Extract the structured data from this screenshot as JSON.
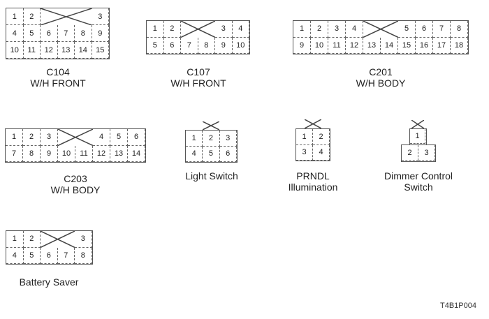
{
  "connectors": {
    "c104": {
      "name": "C104",
      "subtitle": "W/H FRONT",
      "pins": [
        "1",
        "2",
        "3",
        "4",
        "5",
        "6",
        "7",
        "8",
        "9",
        "10",
        "11",
        "12",
        "13",
        "14",
        "15"
      ]
    },
    "c107": {
      "name": "C107",
      "subtitle": "W/H FRONT",
      "pins": [
        "1",
        "2",
        "3",
        "4",
        "5",
        "6",
        "7",
        "8",
        "9",
        "10"
      ]
    },
    "c201": {
      "name": "C201",
      "subtitle": "W/H BODY",
      "pins": [
        "1",
        "2",
        "3",
        "4",
        "5",
        "6",
        "7",
        "8",
        "9",
        "10",
        "11",
        "12",
        "13",
        "14",
        "15",
        "16",
        "17",
        "18"
      ]
    },
    "c203": {
      "name": "C203",
      "subtitle": "W/H BODY",
      "pins": [
        "1",
        "2",
        "3",
        "4",
        "5",
        "6",
        "7",
        "8",
        "9",
        "10",
        "11",
        "12",
        "13",
        "14"
      ]
    },
    "light_switch": {
      "name": "Light Switch",
      "pins": [
        "1",
        "2",
        "3",
        "4",
        "5",
        "6"
      ]
    },
    "prndl": {
      "name": "PRNDL",
      "subtitle": "Illumination",
      "pins": [
        "1",
        "2",
        "3",
        "4"
      ]
    },
    "dimmer": {
      "name": "Dimmer Control",
      "subtitle": "Switch",
      "pins": [
        "1",
        "2",
        "3"
      ]
    },
    "battery_saver": {
      "name": "Battery Saver",
      "pins": [
        "1",
        "2",
        "3",
        "4",
        "5",
        "6",
        "7",
        "8"
      ]
    }
  },
  "figure_code": "T4B1P004"
}
